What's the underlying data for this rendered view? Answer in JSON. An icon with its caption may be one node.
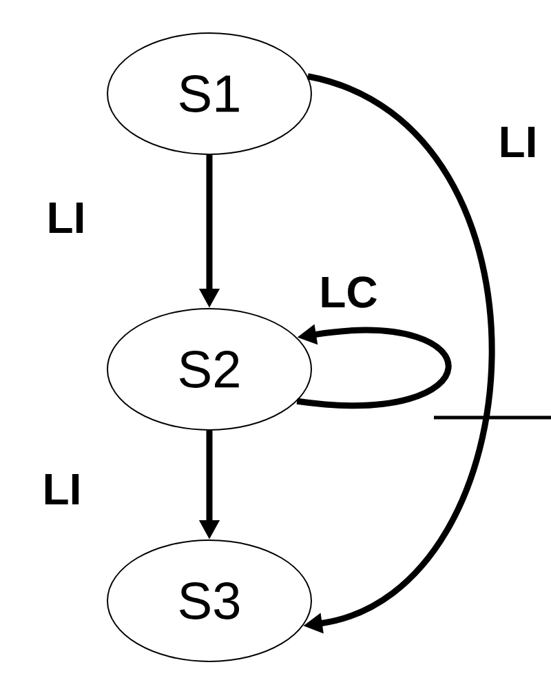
{
  "diagram": {
    "nodes": [
      {
        "text": [
          "S1"
        ]
      },
      {
        "text": [
          "S2"
        ]
      },
      {
        "text": [
          "S3"
        ]
      }
    ],
    "edges": [
      {
        "from": 0,
        "to": 1,
        "arrow": "to",
        "label": "LI"
      },
      {
        "from": 1,
        "to": 1,
        "arrow": "to",
        "label": "LC"
      },
      {
        "from": 1,
        "to": 2,
        "arrow": "to",
        "label": "LI"
      },
      {
        "from": 0,
        "to": 2,
        "arrow": "to",
        "label": "LI"
      }
    ]
  }
}
